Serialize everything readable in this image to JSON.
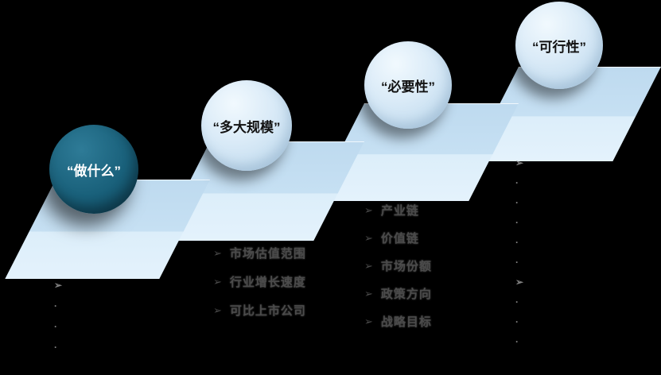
{
  "palette": {
    "background": "#000000",
    "band_top": "#C3DEF1",
    "band_bottom": "#E0F0FB",
    "dark_circle": "#145B74",
    "light_circle": "#CDE3F4",
    "dark_circle_text": "#FFFFFF",
    "light_circle_text": "#121212",
    "bullet_text": "#4B4B4B"
  },
  "steps": [
    {
      "label": "“做什么”",
      "items": [
        {
          "glyph": "➢",
          "text": ""
        },
        {
          "glyph": "·",
          "text": ""
        },
        {
          "glyph": "·",
          "text": ""
        },
        {
          "glyph": "·",
          "text": ""
        }
      ]
    },
    {
      "label": "“多大规模”",
      "items": [
        {
          "glyph": "➢",
          "text": "市场估值范围"
        },
        {
          "glyph": "➢",
          "text": "行业增长速度"
        },
        {
          "glyph": "➢",
          "text": "可比上市公司"
        }
      ]
    },
    {
      "label": "“必要性”",
      "items": [
        {
          "glyph": "➢",
          "text": "产业链"
        },
        {
          "glyph": "➢",
          "text": "价值链"
        },
        {
          "glyph": "➢",
          "text": "市场份额"
        },
        {
          "glyph": "➢",
          "text": "政策方向"
        },
        {
          "glyph": "➢",
          "text": "战略目标"
        }
      ]
    },
    {
      "label": "“可行性”",
      "items": [
        {
          "glyph": "➢",
          "text": ""
        },
        {
          "glyph": "·",
          "text": ""
        },
        {
          "glyph": "·",
          "text": ""
        },
        {
          "glyph": "·",
          "text": ""
        },
        {
          "glyph": "·",
          "text": ""
        },
        {
          "glyph": "·",
          "text": ""
        },
        {
          "glyph": "➢",
          "text": ""
        },
        {
          "glyph": "·",
          "text": ""
        },
        {
          "glyph": "·",
          "text": ""
        },
        {
          "glyph": "·",
          "text": ""
        }
      ]
    }
  ]
}
